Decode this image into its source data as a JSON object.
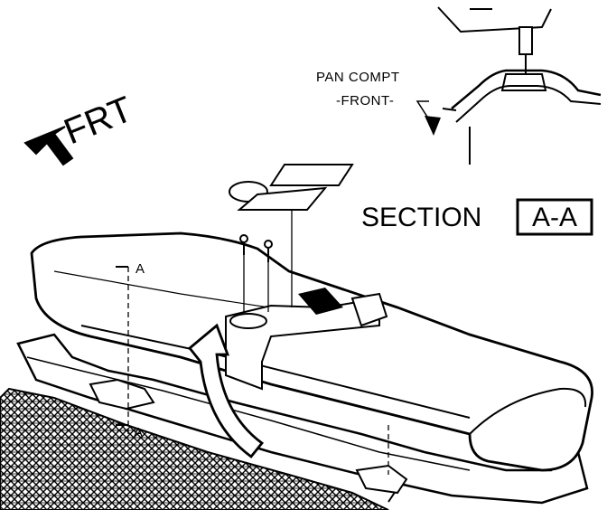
{
  "diagram": {
    "direction_label": "FRT",
    "section_title": "SECTION",
    "section_id": "A-A",
    "callout_line1": "PAN COMPT",
    "callout_line2": "-FRONT-",
    "section_mark_top": "A",
    "section_mark_bottom": "A"
  },
  "colors": {
    "ink": "#000000",
    "paper": "#ffffff"
  }
}
